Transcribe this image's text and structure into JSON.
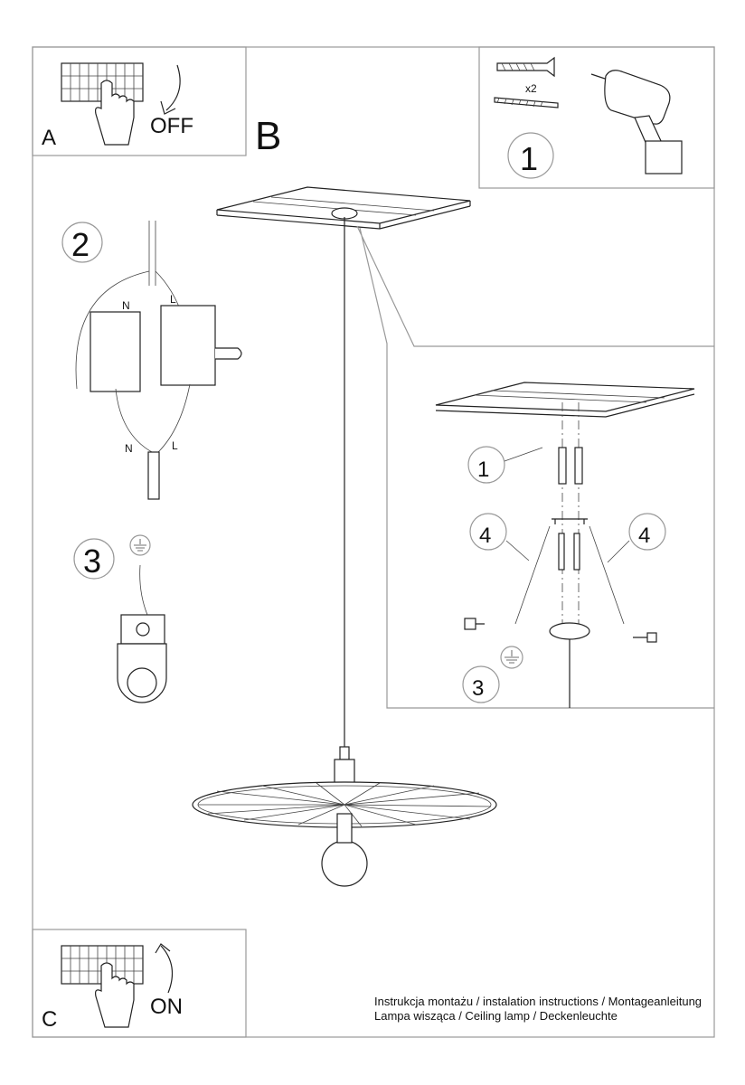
{
  "panels": {
    "a": {
      "letter": "A",
      "action": "OFF"
    },
    "b": {
      "letter": "B"
    },
    "c": {
      "letter": "C",
      "action": "ON"
    }
  },
  "steps": {
    "one": "1",
    "two": "2",
    "three": "3",
    "four": "4",
    "quantity": "x2"
  },
  "wiring": {
    "neutral": "N",
    "live": "L"
  },
  "footer": {
    "line1": "Instrukcja montażu / instalation instructions / Montageanleitung",
    "line2": "Lampa wisząca / Ceiling lamp / Deckenleuchte"
  }
}
